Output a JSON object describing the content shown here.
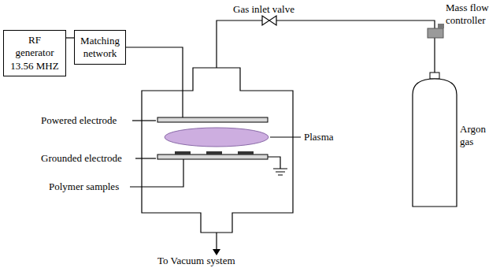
{
  "diagram": {
    "nodes": [
      {
        "text": [
          "RF generator 13.56 MHZ"
        ]
      },
      {
        "text": [
          "Matching network"
        ]
      }
    ],
    "edges": [
      {
        "from": 0,
        "to": 1,
        "arrow": "none"
      }
    ],
    "labels": [
      "Gas inlet valve",
      "Mass flow controller",
      "Powered electrode",
      "Plasma",
      "Grounded electrode",
      "Polymer samples",
      "Argon gas",
      "To Vacuum system"
    ]
  }
}
